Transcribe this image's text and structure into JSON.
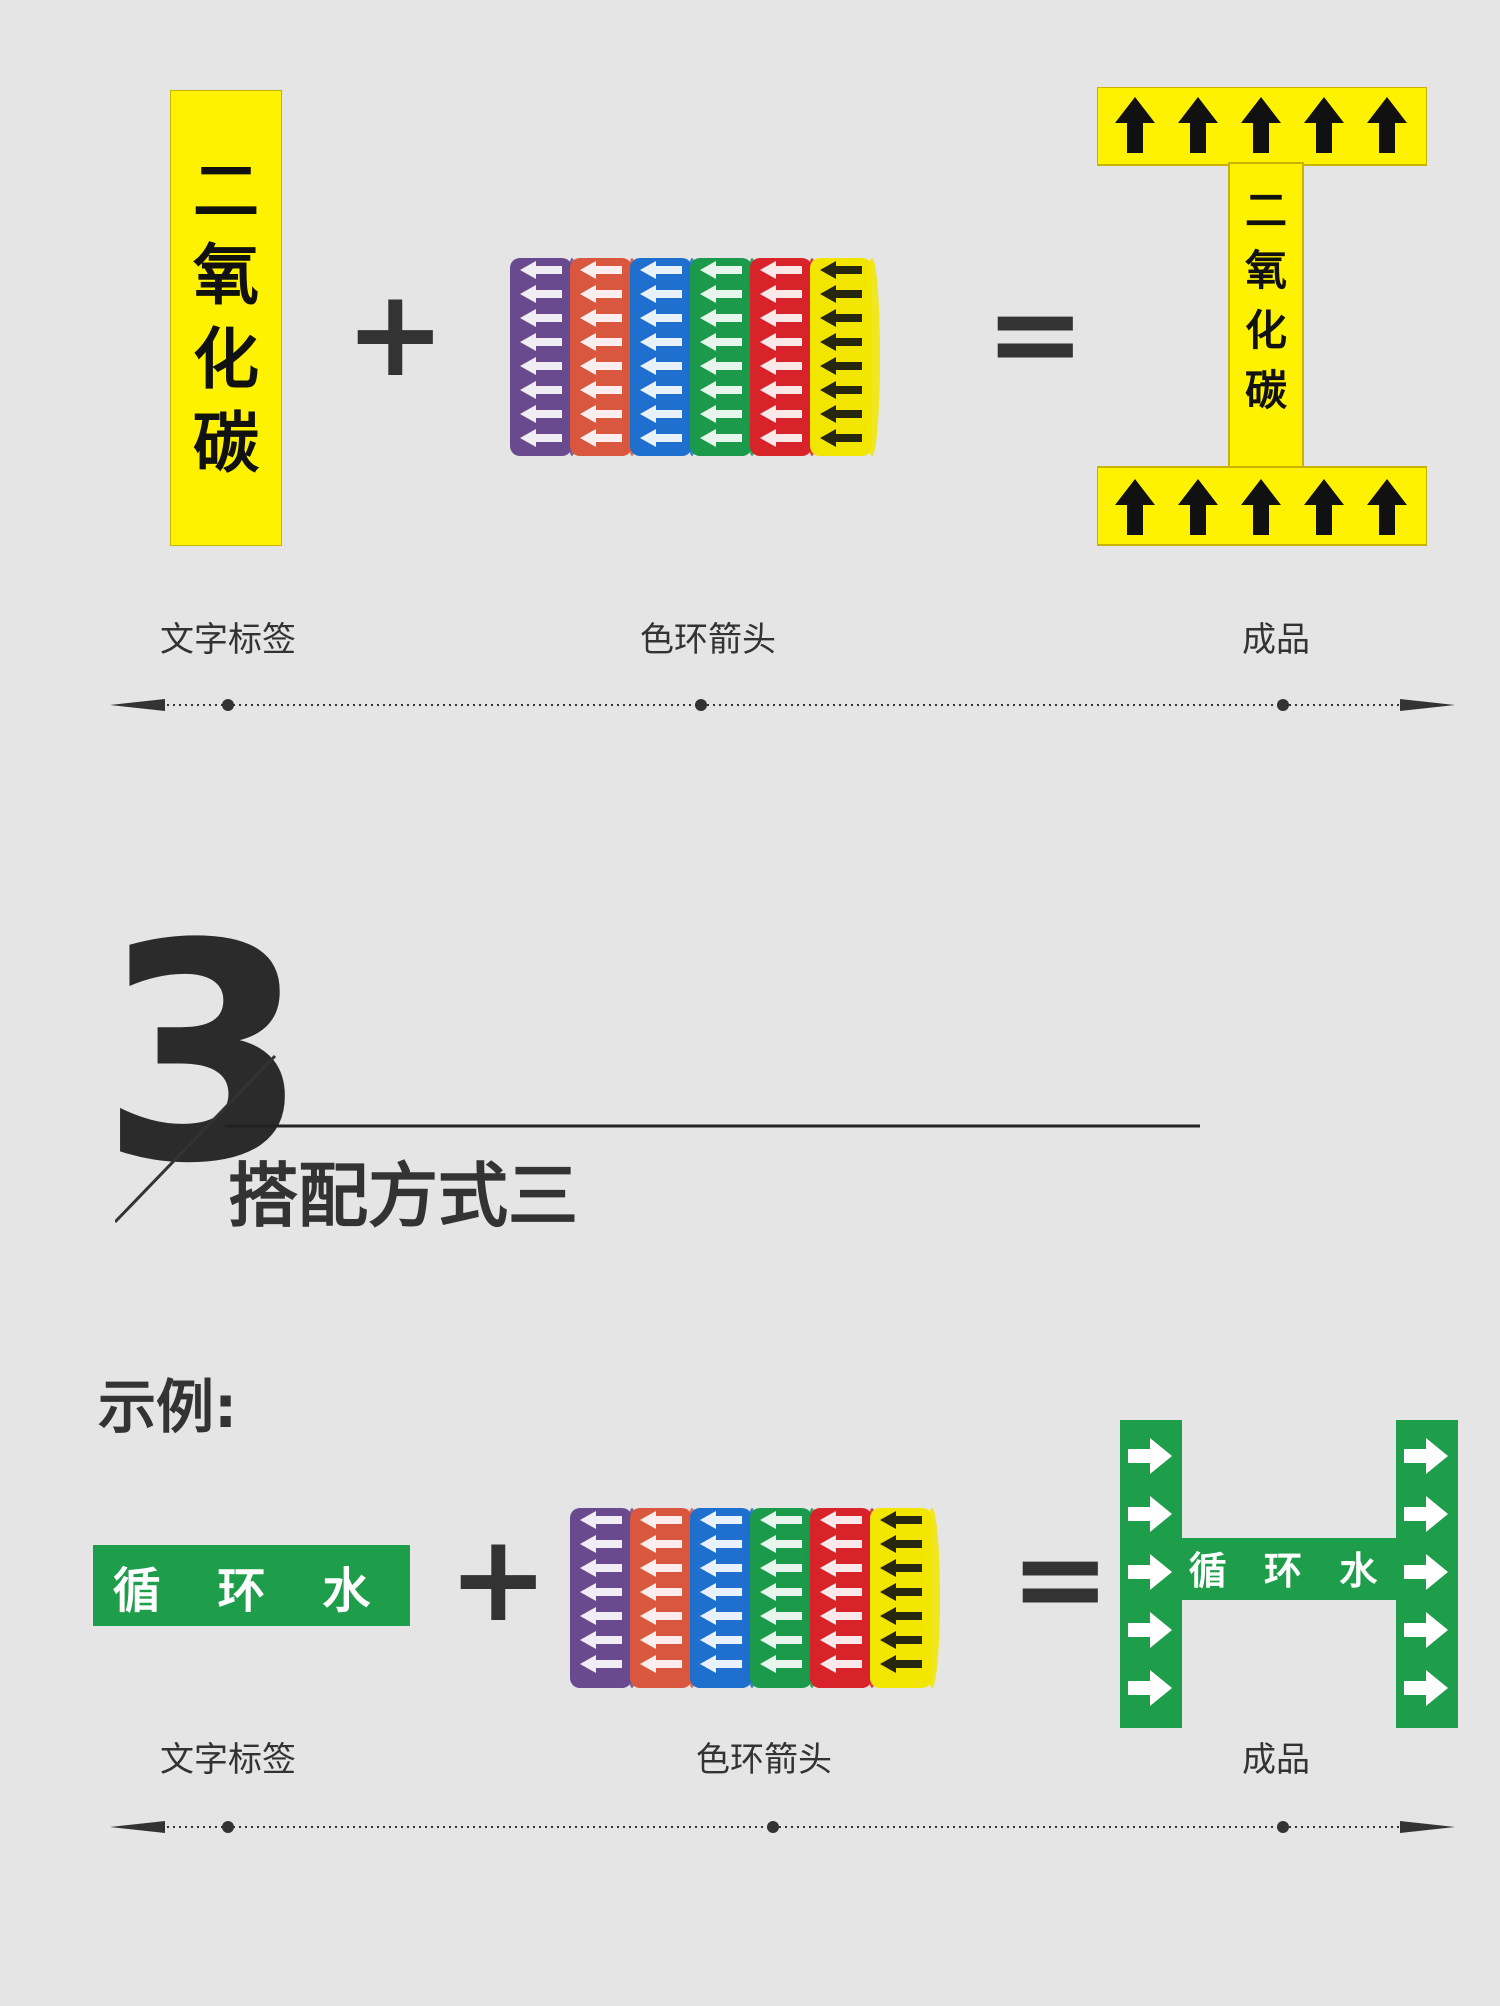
{
  "section1": {
    "label_chars": [
      "二",
      "氧",
      "化",
      "碳"
    ],
    "product_chars": [
      "二",
      "氧",
      "化",
      "碳"
    ],
    "plus": "+",
    "equals": "=",
    "captions": {
      "text_label": "文字标签",
      "color_ring": "色环箭头",
      "product": "成品"
    }
  },
  "section3": {
    "number": "3",
    "title": "搭配方式三",
    "example_label": "示例:",
    "label_text": "循 环 水",
    "product_text": "循 环 水",
    "plus": "+",
    "equals": "=",
    "captions": {
      "text_label": "文字标签",
      "color_ring": "色环箭头",
      "product": "成品"
    }
  },
  "colors": {
    "background": "#e5e5e5",
    "yellow": "#fff200",
    "green": "#1e9e4a",
    "rolls": [
      "#6a4a8e",
      "#d9573e",
      "#1f6fcf",
      "#1a9a4a",
      "#d8232a",
      "#f2e600"
    ]
  },
  "icons": [
    "arrow-up-icon",
    "arrow-right-icon",
    "arrow-left-icon"
  ]
}
